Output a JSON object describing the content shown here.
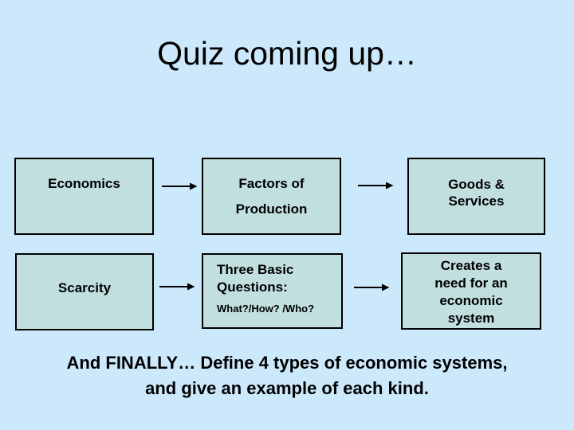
{
  "colors": {
    "background": "#cce9fb",
    "box_fill": "#c2dfe0",
    "box_border": "#000000",
    "text": "#000000",
    "arrow": "#000000"
  },
  "slide": {
    "title": "Quiz coming up…",
    "footer": {
      "line1": "And FINALLY… Define 4 types of economic systems,",
      "line2": "and give an example of each kind."
    }
  },
  "boxes": {
    "economics": {
      "label": "Economics"
    },
    "factors_of_production": {
      "line1": "Factors of",
      "line2": "Production"
    },
    "goods_services": {
      "line1": "Goods &",
      "line2": "Services"
    },
    "scarcity": {
      "label": "Scarcity"
    },
    "three_basic_questions": {
      "heading": "Three Basic Questions:",
      "detail": "What?/How? /Who?"
    },
    "creates_need": {
      "label": "Creates a\nneed for an\neconomic\nsystem"
    }
  },
  "icons": {
    "flow_arrow": "right-arrow"
  }
}
